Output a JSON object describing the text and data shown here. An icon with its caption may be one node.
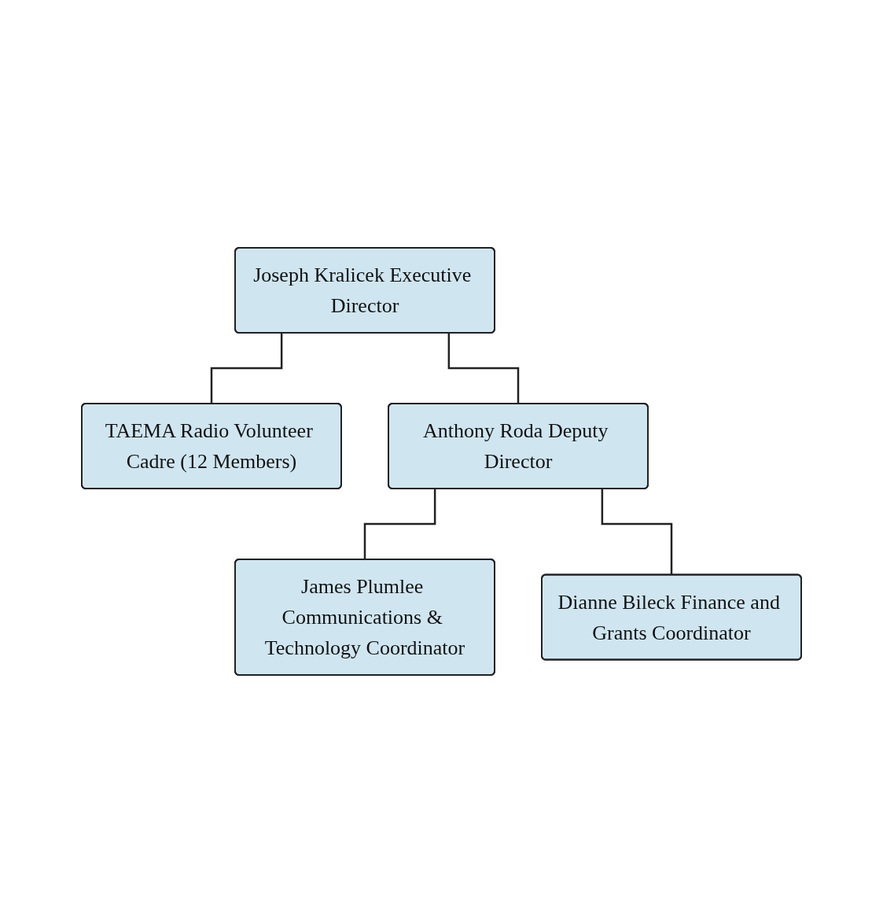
{
  "diagram": {
    "nodes": [
      {
        "text": [
          "Joseph Kralicek Executive Director"
        ]
      },
      {
        "text": [
          "TAEMA Radio Volunteer Cadre (12 Members)"
        ]
      },
      {
        "text": [
          "Anthony Roda Deputy Director"
        ]
      },
      {
        "text": [
          "James Plumlee Communications & Technology Coordinator"
        ]
      },
      {
        "text": [
          "Dianne Bileck Finance and Grants Coordinator"
        ]
      }
    ],
    "edges": [
      {
        "from": 0,
        "to": 1,
        "arrow": "none"
      },
      {
        "from": 0,
        "to": 2,
        "arrow": "none"
      },
      {
        "from": 2,
        "to": 3,
        "arrow": "none"
      },
      {
        "from": 2,
        "to": 4,
        "arrow": "none"
      }
    ]
  }
}
